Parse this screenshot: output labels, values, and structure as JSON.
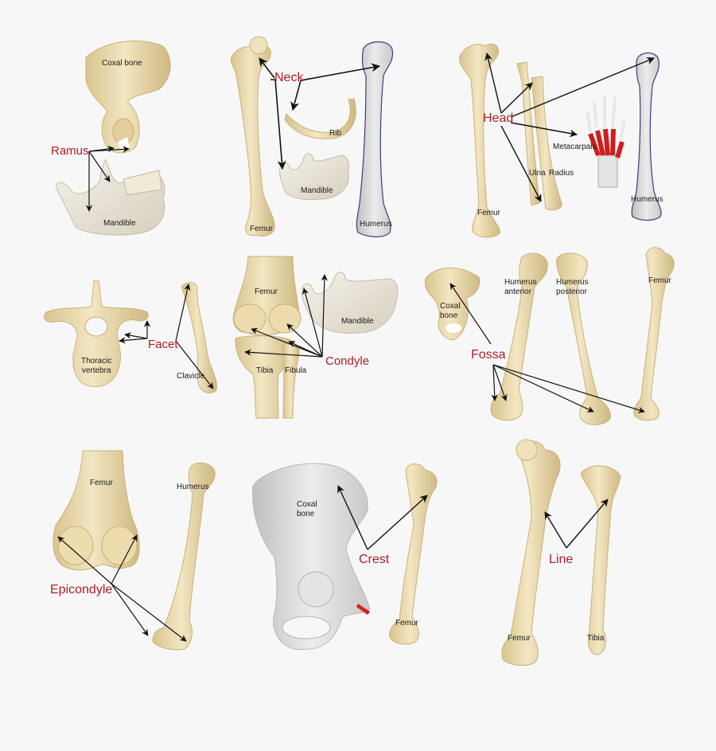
{
  "colors": {
    "background": "#f7f7f7",
    "bone": "#ecdcb0",
    "bone_shade": "#d6c18c",
    "gray_bone": "#dcdcdc",
    "term_red": "#b01e23",
    "metacarpal_red": "#cc1f1f",
    "arrow": "#111111"
  },
  "panels": [
    {
      "id": "ramus",
      "term": "Ramus",
      "bones": [
        "Coxal bone",
        "Mandible"
      ]
    },
    {
      "id": "neck",
      "term": "Neck",
      "bones": [
        "Femur",
        "Rib",
        "Mandible",
        "Humerus"
      ]
    },
    {
      "id": "head",
      "term": "Head",
      "bones": [
        "Femur",
        "Ulna",
        "Radius",
        "Metacarpals",
        "Humerus"
      ]
    },
    {
      "id": "facet",
      "term": "Facet",
      "bones": [
        "Thoracic\nvertebra",
        "Clavicle"
      ]
    },
    {
      "id": "condyle",
      "term": "Condyle",
      "bones": [
        "Femur",
        "Tibia",
        "Fibula",
        "Mandible"
      ]
    },
    {
      "id": "fossa",
      "term": "Fossa",
      "bones": [
        "Coxal\nbone",
        "Humerus\nanterior",
        "Humerus\nposterior",
        "Femur"
      ]
    },
    {
      "id": "epicondyle",
      "term": "Epicondyle",
      "bones": [
        "Femur",
        "Humerus"
      ]
    },
    {
      "id": "crest",
      "term": "Crest",
      "bones": [
        "Coxal\nbone",
        "Femur"
      ]
    },
    {
      "id": "line",
      "term": "Line",
      "bones": [
        "Femur",
        "Tibia"
      ]
    }
  ]
}
